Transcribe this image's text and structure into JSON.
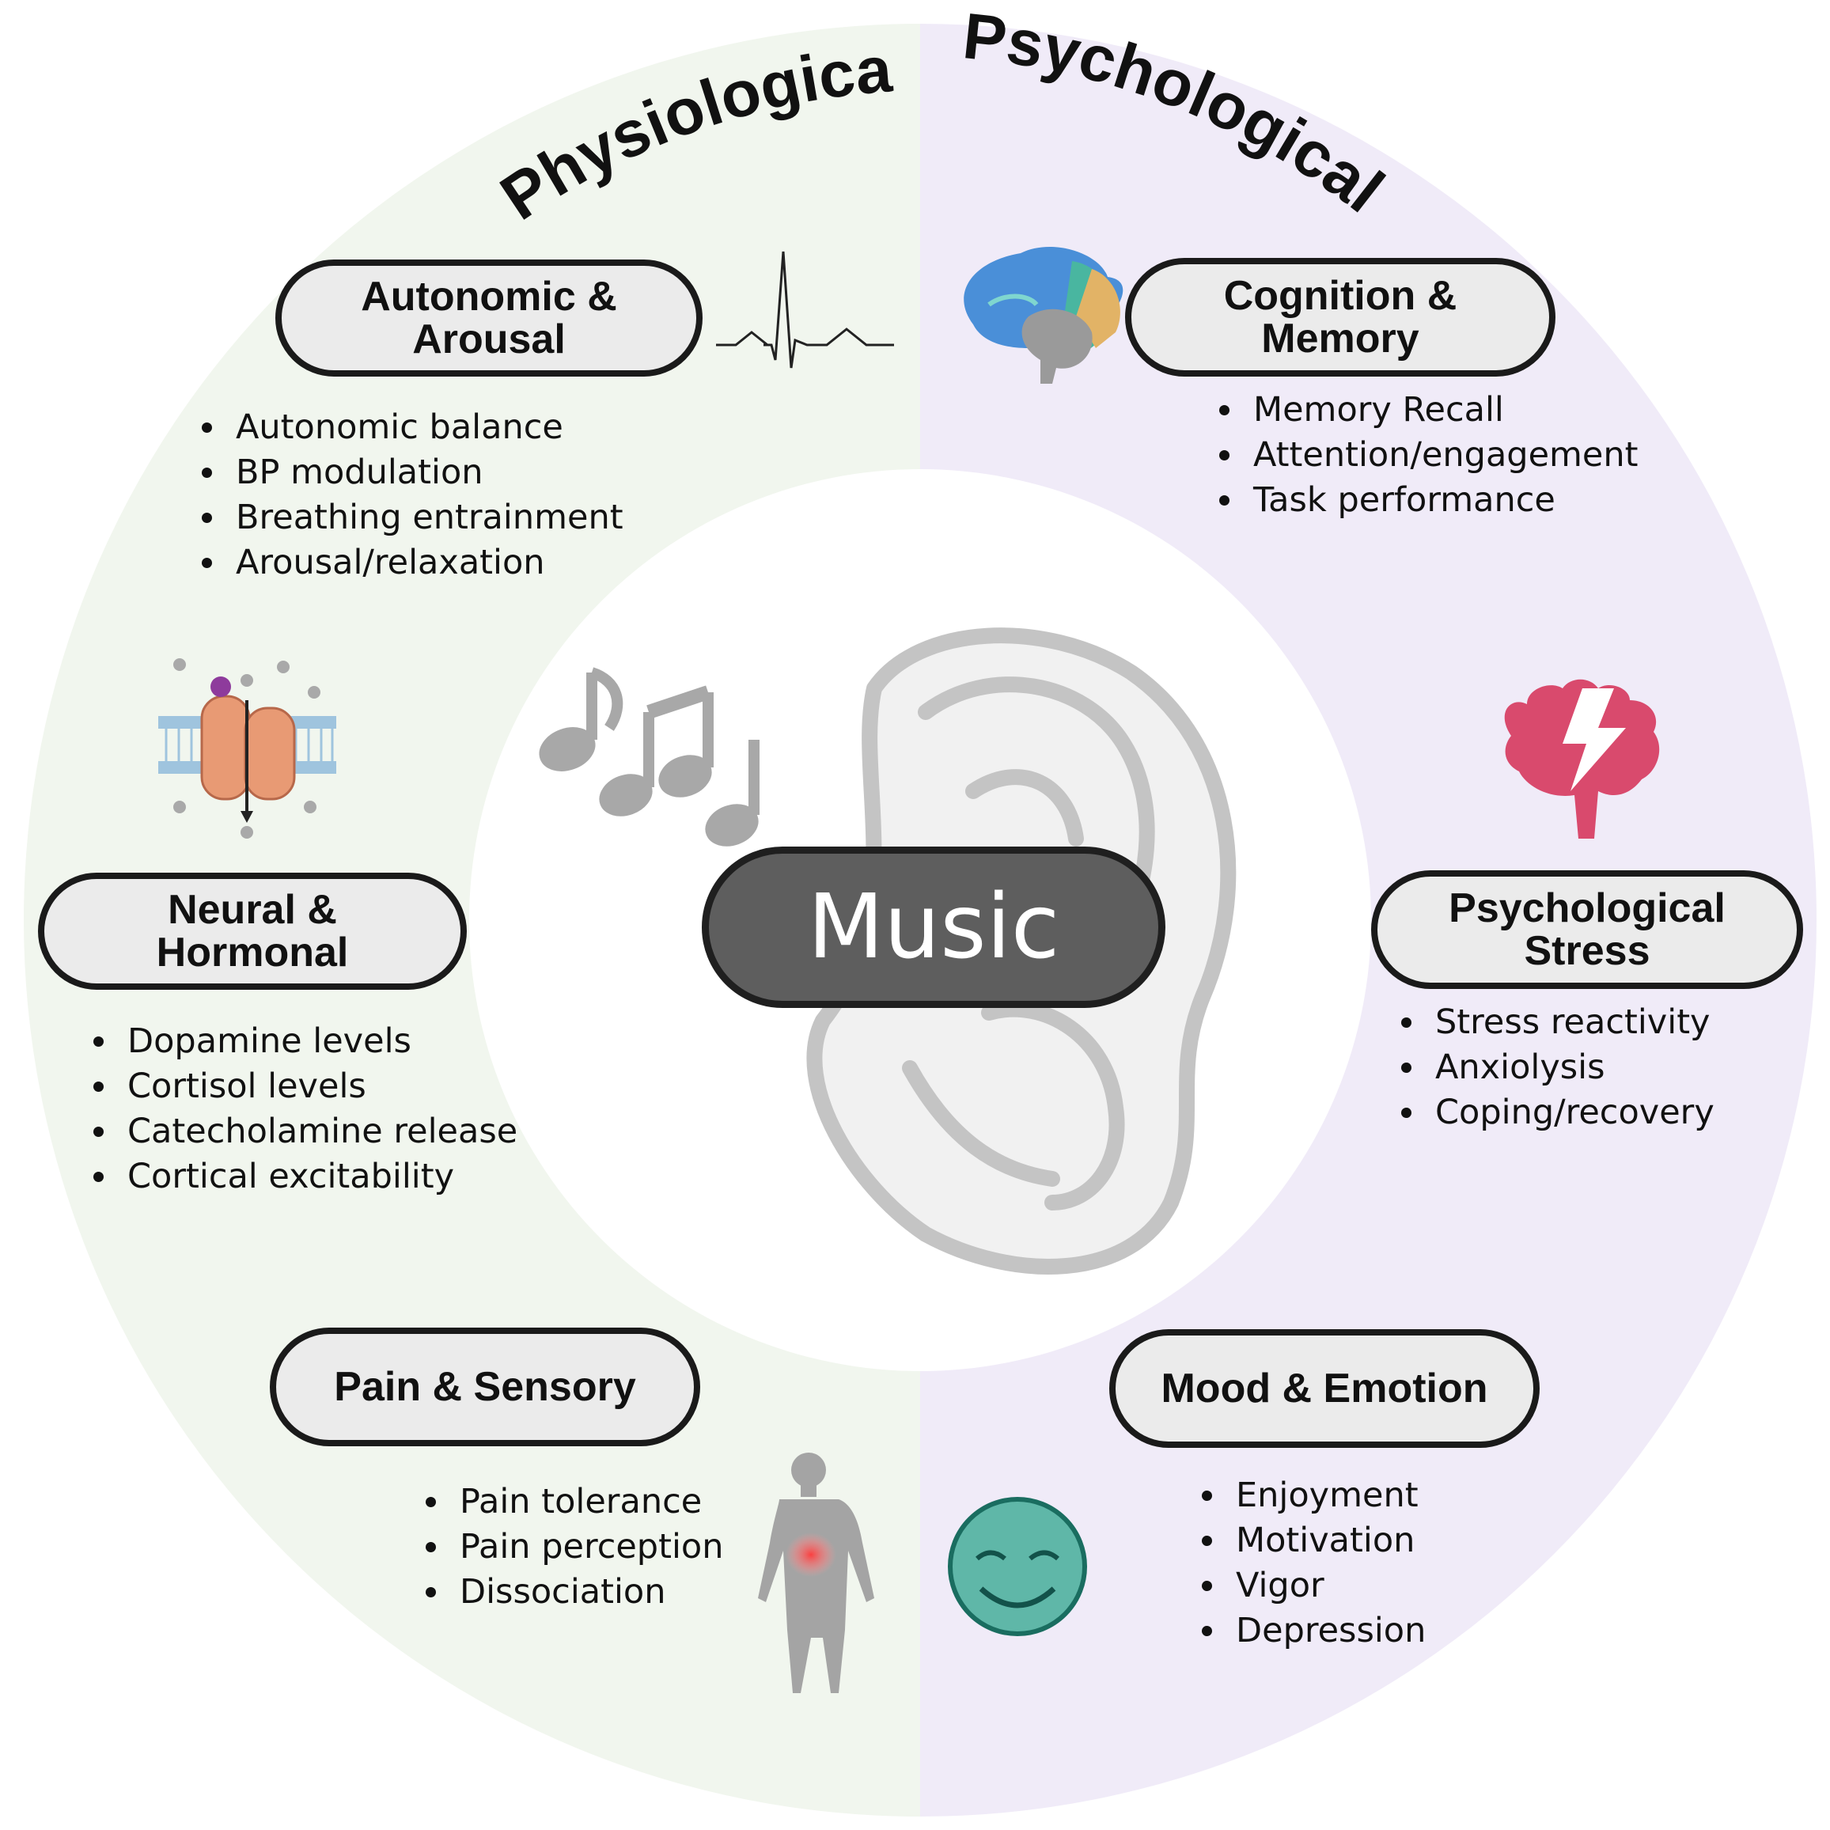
{
  "sections": {
    "left_title": "Physiological",
    "right_title": "Psychological"
  },
  "center": {
    "label": "Music"
  },
  "groups": {
    "autonomic": {
      "title": "Autonomic &\nArousal",
      "items": [
        "Autonomic balance",
        "BP modulation",
        "Breathing entrainment",
        "Arousal/relaxation"
      ]
    },
    "neural": {
      "title": "Neural &\nHormonal",
      "items": [
        "Dopamine levels",
        "Cortisol levels",
        "Catecholamine release",
        "Cortical excitability"
      ]
    },
    "pain": {
      "title": "Pain & Sensory",
      "items": [
        "Pain tolerance",
        "Pain perception",
        "Dissociation"
      ]
    },
    "cognition": {
      "title": "Cognition &\nMemory",
      "items": [
        "Memory Recall",
        "Attention/engagement",
        "Task performance"
      ]
    },
    "stress": {
      "title": "Psychological\nStress",
      "items": [
        "Stress reactivity",
        "Anxiolysis",
        "Coping/recovery"
      ]
    },
    "mood": {
      "title": "Mood & Emotion",
      "items": [
        "Enjoyment",
        "Motivation",
        "Vigor",
        "Depression"
      ]
    }
  },
  "icons": {
    "autonomic": "ecg-trace-icon",
    "neural": "membrane-channel-icon",
    "pain": "body-pain-icon",
    "cognition": "brain-icon",
    "stress": "stressed-brain-icon",
    "mood": "smiley-face-icon",
    "center": "ear-icon",
    "notes": "music-notes-icon"
  },
  "colors": {
    "physiological_bg": "#f1f6ee",
    "psychological_bg": "#f0ebf8",
    "center_pill": "#5e5e5e",
    "smiley": "#5fb7a8",
    "stress_brain": "#d94a6d"
  }
}
